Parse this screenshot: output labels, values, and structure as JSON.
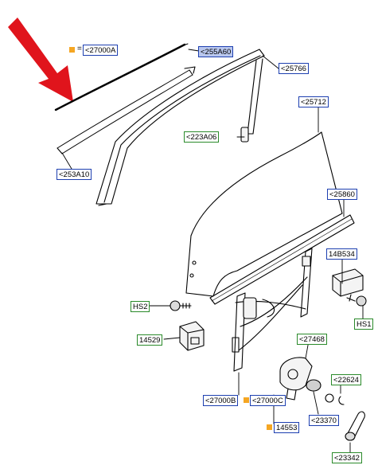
{
  "labels": {
    "l27000A": "<27000A",
    "l255A60": "<255A60",
    "l25766": "<25766",
    "l25712": "<25712",
    "l223A06": "<223A06",
    "l253A10": "<253A10",
    "l25860": "<25860",
    "l14B534": "14B534",
    "lHS2": "HS2",
    "lHS1": "HS1",
    "l14529": "14529",
    "l27468": "<27468",
    "l22624": "<22624",
    "l27000B": "<27000B",
    "l27000C": "<27000C",
    "l23370": "<23370",
    "l14553": "14553",
    "l23342": "<23342"
  },
  "legend_equals": "=",
  "colors": {
    "arrow": "#e0141c",
    "label_border_blue": "#1d3fb0",
    "label_border_green": "#2a8a2a",
    "selected_fill": "#b9c7ee",
    "marker_orange": "#f5a623"
  }
}
